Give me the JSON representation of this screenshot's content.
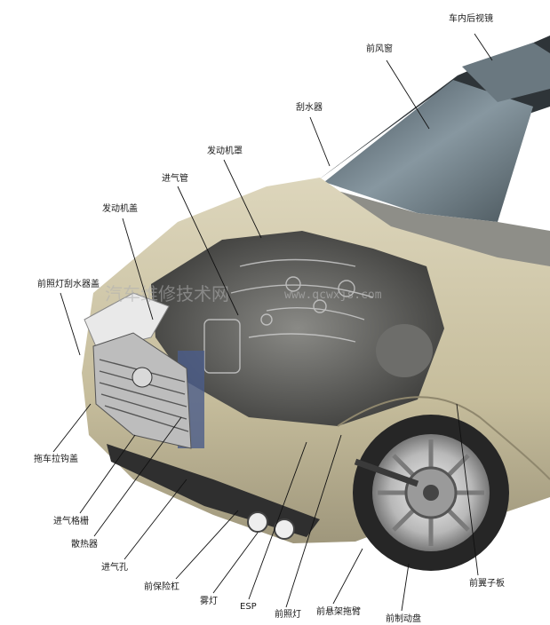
{
  "labels": {
    "interior_mirror": "车内后视镜",
    "windshield": "前风窗",
    "wiper": "刮水器",
    "engine_cover": "发动机罩",
    "intake_pipe": "进气管",
    "engine_hood": "发动机盖",
    "headlamp_wiper_cover": "前照灯刮水器盖",
    "tow_hook_cover": "拖车拉钩盖",
    "air_intake_grille": "进气格栅",
    "radiator": "散热器",
    "air_intake_hole": "进气孔",
    "front_bumper": "前保险杠",
    "fog_lamp": "雾灯",
    "esp": "ESP",
    "headlamp": "前照灯",
    "front_suspension_arm": "前悬架拖臂",
    "front_brake_disc": "前制动盘",
    "front_fender": "前翼子板"
  },
  "watermark": {
    "text": "汽车维修技术网",
    "url": "www.qcwxjs.com"
  },
  "colors": {
    "body_paint": "#cfc6a6",
    "body_shadow": "#9d957a",
    "glass": "#5e6f7a",
    "engine_dark": "#3d3d3d",
    "engine_mid": "#7a7a78",
    "tire": "#2a2a2a",
    "rim": "#c8c8c8",
    "leader": "#111111"
  }
}
